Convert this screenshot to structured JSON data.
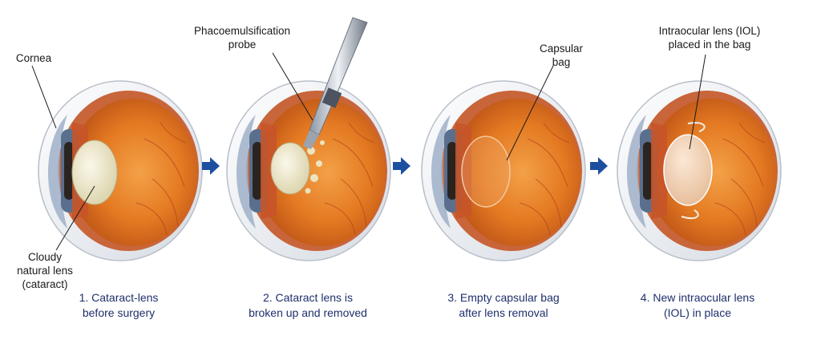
{
  "labels": {
    "cornea": "Cornea",
    "cataract": [
      "Cloudy",
      "natural lens",
      "(cataract)"
    ],
    "probe": [
      "Phacoemulsification",
      "probe"
    ],
    "bag": [
      "Capsular",
      "bag"
    ],
    "iol": [
      "Intraocular lens (IOL)",
      "placed in the bag"
    ]
  },
  "steps": [
    {
      "caption": [
        "1. Cataract-lens",
        "before surgery"
      ]
    },
    {
      "caption": [
        "2. Cataract lens is",
        "broken up and removed"
      ]
    },
    {
      "caption": [
        "3. Empty capsular bag",
        "after lens removal"
      ]
    },
    {
      "caption": [
        "4. New intraocular lens",
        "(IOL) in place"
      ]
    }
  ],
  "colors": {
    "caption": "#1f2f6b",
    "arrow": "#1d4fa0",
    "retina": "#e0761f",
    "sclera": "#eef1f5",
    "cataract_lens": "#e9e4c8",
    "iol": "#f4e6d8"
  },
  "icons": [
    "right-arrow-icon",
    "probe-icon"
  ]
}
